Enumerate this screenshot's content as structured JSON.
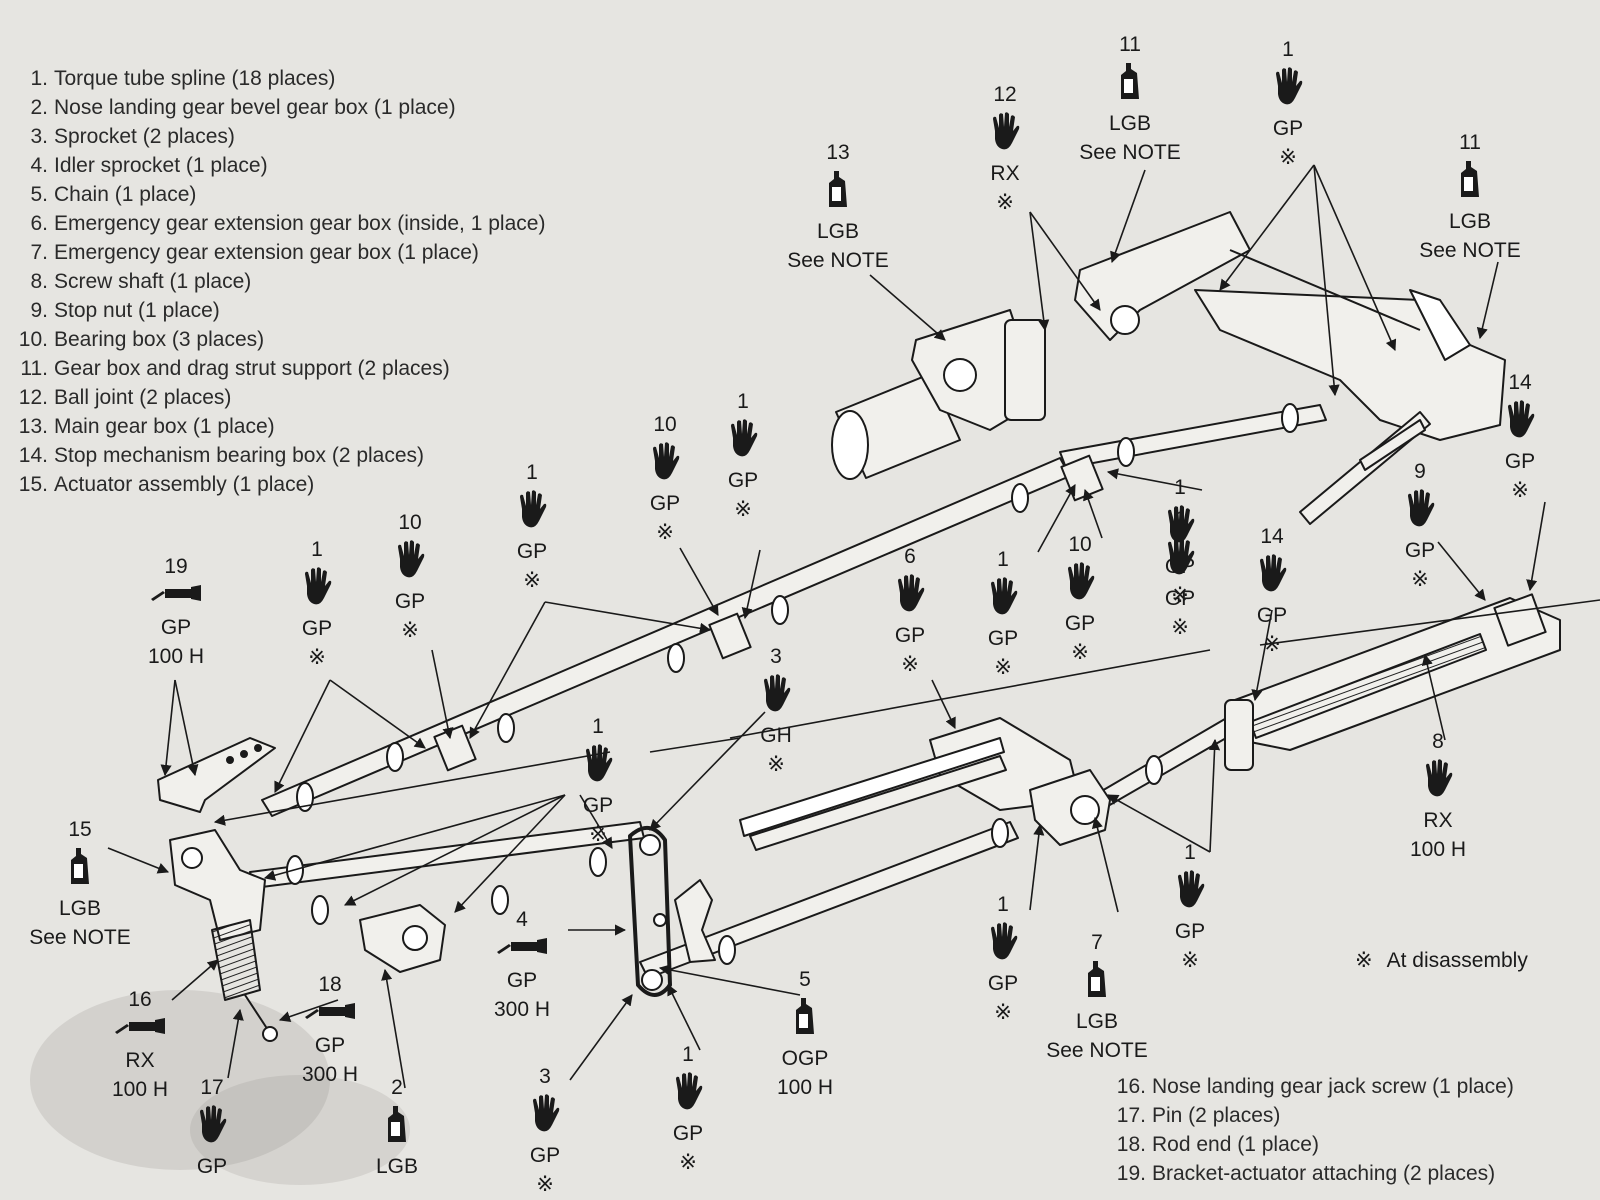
{
  "parts_top": [
    {
      "num": "1.",
      "text": "Torque tube spline (18 places)"
    },
    {
      "num": "2.",
      "text": "Nose landing gear bevel gear box (1 place)"
    },
    {
      "num": "3.",
      "text": "Sprocket (2 places)"
    },
    {
      "num": "4.",
      "text": "Idler sprocket (1 place)"
    },
    {
      "num": "5.",
      "text": "Chain (1 place)"
    },
    {
      "num": "6.",
      "text": "Emergency gear extension gear box (inside, 1 place)"
    },
    {
      "num": "7.",
      "text": "Emergency gear extension gear box (1 place)"
    },
    {
      "num": "8.",
      "text": "Screw shaft (1 place)"
    },
    {
      "num": "9.",
      "text": "Stop nut (1 place)"
    },
    {
      "num": "10.",
      "text": "Bearing box (3 places)"
    },
    {
      "num": "11.",
      "text": "Gear box and drag strut support (2 places)"
    },
    {
      "num": "12.",
      "text": "Ball joint  (2 places)"
    },
    {
      "num": "13.",
      "text": "Main gear box (1 place)"
    },
    {
      "num": "14.",
      "text": "Stop mechanism bearing box (2 places)"
    },
    {
      "num": "15.",
      "text": "Actuator assembly (1 place)"
    }
  ],
  "parts_bottom": [
    {
      "num": "16.",
      "text": "Nose landing gear jack screw (1 place)"
    },
    {
      "num": "17.",
      "text": "Pin (2 places)"
    },
    {
      "num": "18.",
      "text": "Rod end (1 place)"
    },
    {
      "num": "19.",
      "text": "Bracket-actuator attaching (2 places)"
    }
  ],
  "note": {
    "mark": "※",
    "text": "At disassembly"
  },
  "callouts": [
    {
      "num": "11",
      "icon": "oil-can-icon",
      "lines": [
        "LGB",
        "See NOTE"
      ]
    },
    {
      "num": "1",
      "icon": "hand-icon",
      "lines": [
        "GP",
        "※"
      ]
    },
    {
      "num": "12",
      "icon": "hand-icon",
      "lines": [
        "RX",
        "※"
      ]
    },
    {
      "num": "13",
      "icon": "oil-can-icon",
      "lines": [
        "LGB",
        "See NOTE"
      ]
    },
    {
      "num": "11",
      "icon": "oil-can-icon",
      "lines": [
        "LGB",
        "See NOTE"
      ]
    },
    {
      "num": "14",
      "icon": "hand-icon",
      "lines": [
        "GP",
        "※"
      ]
    },
    {
      "num": "10",
      "icon": "hand-icon",
      "lines": [
        "GP",
        "※"
      ]
    },
    {
      "num": "1",
      "icon": "hand-icon",
      "lines": [
        "GP",
        "※"
      ]
    },
    {
      "num": "1",
      "icon": "hand-icon",
      "lines": [
        "GP",
        "※"
      ]
    },
    {
      "num": "10",
      "icon": "hand-icon",
      "lines": [
        "GP",
        "※"
      ]
    },
    {
      "num": "1",
      "icon": "hand-icon",
      "lines": [
        "GP",
        "※"
      ]
    },
    {
      "num": "19",
      "icon": "grease-gun-icon",
      "lines": [
        "GP",
        "100 H"
      ]
    },
    {
      "num": "1",
      "icon": "hand-icon",
      "lines": [
        "GP",
        "※"
      ]
    },
    {
      "num": "6",
      "icon": "hand-icon",
      "lines": [
        "GP",
        "※"
      ]
    },
    {
      "num": "1",
      "icon": "hand-icon",
      "lines": [
        "GP",
        "※"
      ]
    },
    {
      "num": "10",
      "icon": "hand-icon",
      "lines": [
        "GP",
        "※"
      ]
    },
    {
      "num": "1",
      "icon": "hand-icon",
      "lines": [
        "GP",
        "※"
      ]
    },
    {
      "num": "9",
      "icon": "hand-icon",
      "lines": [
        "GP",
        "※"
      ]
    },
    {
      "num": "14",
      "icon": "hand-icon",
      "lines": [
        "GP",
        "※"
      ]
    },
    {
      "num": "3",
      "icon": "hand-icon",
      "lines": [
        "GH",
        "※"
      ]
    },
    {
      "num": "1",
      "icon": "hand-icon",
      "lines": [
        "GP",
        "※"
      ]
    },
    {
      "num": "8",
      "icon": "hand-icon",
      "lines": [
        "RX",
        "100 H"
      ]
    },
    {
      "num": "15",
      "icon": "oil-can-icon",
      "lines": [
        "LGB",
        "See NOTE"
      ]
    },
    {
      "num": "4",
      "icon": "grease-gun-icon",
      "lines": [
        "GP",
        "300 H"
      ]
    },
    {
      "num": "5",
      "icon": "oil-can-icon",
      "lines": [
        "OGP",
        "100 H"
      ]
    },
    {
      "num": "1",
      "icon": "hand-icon",
      "lines": [
        "GP",
        "※"
      ]
    },
    {
      "num": "7",
      "icon": "oil-can-icon",
      "lines": [
        "LGB",
        "See NOTE"
      ]
    },
    {
      "num": "1",
      "icon": "hand-icon",
      "lines": [
        "GP",
        "※"
      ]
    },
    {
      "num": "16",
      "icon": "grease-gun-icon",
      "lines": [
        "RX",
        "100 H"
      ]
    },
    {
      "num": "18",
      "icon": "grease-gun-icon",
      "lines": [
        "GP",
        "300 H"
      ]
    },
    {
      "num": "17",
      "icon": "hand-icon",
      "lines": [
        "GP"
      ]
    },
    {
      "num": "2",
      "icon": "oil-can-icon",
      "lines": [
        "LGB"
      ]
    },
    {
      "num": "3",
      "icon": "hand-icon",
      "lines": [
        "GP",
        "※"
      ]
    },
    {
      "num": "1",
      "icon": "hand-icon",
      "lines": [
        "GP",
        "※"
      ]
    }
  ]
}
